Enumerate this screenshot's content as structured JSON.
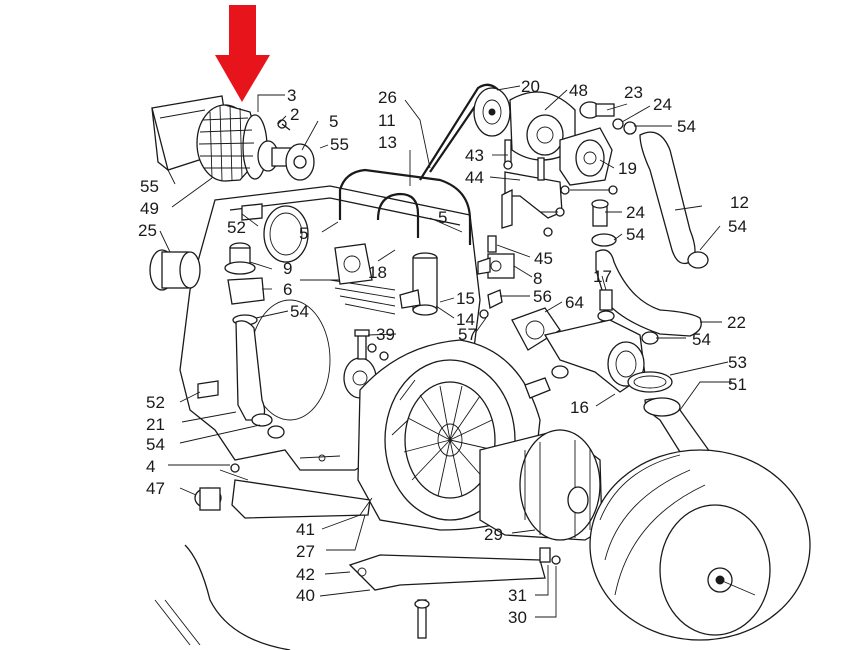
{
  "diagram": {
    "highlight_color": "#e8141c",
    "line_color": "#1a1a1a",
    "callouts": {
      "c3": "3",
      "c2": "2",
      "c5a": "5",
      "c55a": "55",
      "c55b": "55",
      "c49": "49",
      "c26": "26",
      "c11": "11",
      "c13": "13",
      "c20": "20",
      "c48": "48",
      "c23": "23",
      "c24a": "24",
      "c54a": "54",
      "c43": "43",
      "c19": "19",
      "c44": "44",
      "c12": "12",
      "c24b": "24",
      "c54b": "54",
      "c54c": "54",
      "c52a": "52",
      "c25": "25",
      "c5b": "5",
      "c5c": "5",
      "c45": "45",
      "c9": "9",
      "c18": "18",
      "c8": "8",
      "c6": "6",
      "c15": "15",
      "c14": "14",
      "c56": "56",
      "c17": "17",
      "c64": "64",
      "c54d": "54",
      "c22": "22",
      "c57": "57",
      "c39": "39",
      "c54e": "54",
      "c53": "53",
      "c51": "51",
      "c52b": "52",
      "c16": "16",
      "c21": "21",
      "c54f": "54",
      "c4": "4",
      "c47": "47",
      "c41": "41",
      "c27": "27",
      "c29": "29",
      "c42": "42",
      "c40": "40",
      "c31": "31",
      "c30": "30"
    }
  }
}
